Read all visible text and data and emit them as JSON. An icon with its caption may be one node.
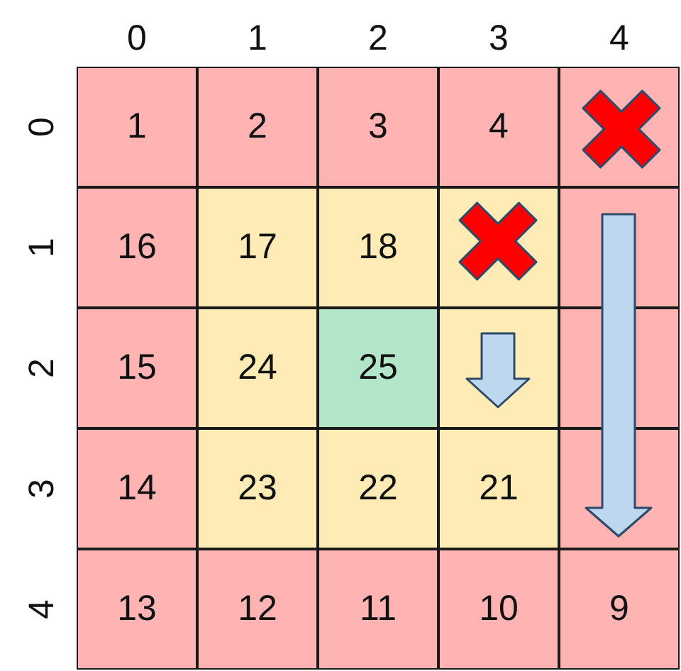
{
  "diagram": {
    "labels": [
      "0",
      "1",
      "2",
      "3",
      "4",
      "0",
      "1",
      "2",
      "3",
      "4",
      "1",
      "16",
      "17",
      "18",
      "2",
      "15",
      "24",
      "25",
      "3",
      "14",
      "23",
      "22",
      "21",
      "4",
      "13",
      "12",
      "11",
      "10",
      "9"
    ]
  }
}
